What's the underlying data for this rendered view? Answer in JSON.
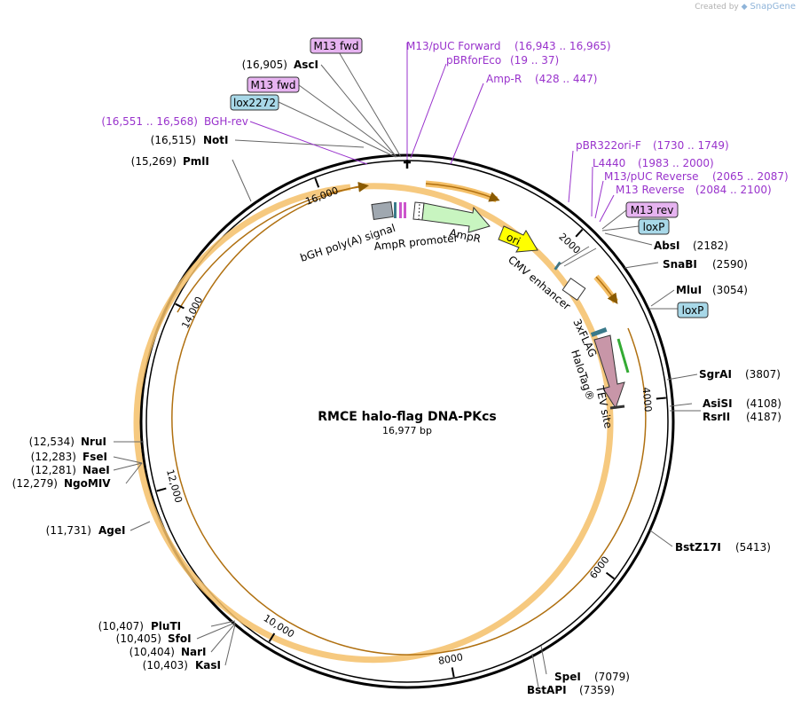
{
  "credit": {
    "prefix": "Created by",
    "brand": "SnapGene"
  },
  "plasmid": {
    "name": "RMCE halo-flag DNA-PKcs",
    "length_label": "16,977 bp",
    "length": 16977
  },
  "colors": {
    "backbone": "#000000",
    "primer": "#9933cc",
    "orf": "#f5c068",
    "ampr": "#c8f5c0",
    "ori": "#ffff00",
    "halotag": "#c896a8",
    "lox": "#a8d8e8",
    "m13": "#e6b3f0",
    "tick": "#000000"
  },
  "ticks": [
    {
      "pos": 2000,
      "label": "2000"
    },
    {
      "pos": 4000,
      "label": "4000"
    },
    {
      "pos": 6000,
      "label": "6000"
    },
    {
      "pos": 8000,
      "label": "8000"
    },
    {
      "pos": 10000,
      "label": "10,000"
    },
    {
      "pos": 12000,
      "label": "12,000"
    },
    {
      "pos": 14000,
      "label": "14,000"
    },
    {
      "pos": 16000,
      "label": "16,000"
    }
  ],
  "sites": [
    {
      "name": "AscI",
      "pos": "(16,905)",
      "bp": 16905
    },
    {
      "name": "NotI",
      "pos": "(16,515)",
      "bp": 16515
    },
    {
      "name": "PmlI",
      "pos": "(15,269)",
      "bp": 15269
    },
    {
      "name": "AbsI",
      "pos": "(2182)",
      "bp": 2182
    },
    {
      "name": "SnaBI",
      "pos": "(2590)",
      "bp": 2590
    },
    {
      "name": "MluI",
      "pos": "(3054)",
      "bp": 3054
    },
    {
      "name": "SgrAI",
      "pos": "(3807)",
      "bp": 3807
    },
    {
      "name": "AsiSI",
      "pos": "(4108)",
      "bp": 4108
    },
    {
      "name": "RsrII",
      "pos": "(4187)",
      "bp": 4187
    },
    {
      "name": "BstZ17I",
      "pos": "(5413)",
      "bp": 5413
    },
    {
      "name": "SpeI",
      "pos": "(7079)",
      "bp": 7079
    },
    {
      "name": "BstAPI",
      "pos": "(7359)",
      "bp": 7359
    },
    {
      "name": "PluTI",
      "pos": "(10,407)",
      "bp": 10407
    },
    {
      "name": "SfoI",
      "pos": "(10,405)",
      "bp": 10405
    },
    {
      "name": "NarI",
      "pos": "(10,404)",
      "bp": 10404
    },
    {
      "name": "KasI",
      "pos": "(10,403)",
      "bp": 10403
    },
    {
      "name": "AgeI",
      "pos": "(11,731)",
      "bp": 11731
    },
    {
      "name": "NruI",
      "pos": "(12,534)",
      "bp": 12534
    },
    {
      "name": "FseI",
      "pos": "(12,283)",
      "bp": 12283
    },
    {
      "name": "NaeI",
      "pos": "(12,281)",
      "bp": 12281
    },
    {
      "name": "NgoMIV",
      "pos": "(12,279)",
      "bp": 12279
    }
  ],
  "primers": [
    {
      "name": "M13/pUC Forward",
      "range": "(16,943 .. 16,965)"
    },
    {
      "name": "pBRforEco",
      "range": "(19 .. 37)"
    },
    {
      "name": "Amp-R",
      "range": "(428 .. 447)"
    },
    {
      "name": "BGH-rev",
      "range": "(16,551 .. 16,568)"
    },
    {
      "name": "pBR322ori-F",
      "range": "(1730 .. 1749)"
    },
    {
      "name": "L4440",
      "range": "(1983 .. 2000)"
    },
    {
      "name": "M13/pUC Reverse",
      "range": "(2065 .. 2087)"
    },
    {
      "name": "M13 Reverse",
      "range": "(2084 .. 2100)"
    }
  ],
  "boxed": [
    {
      "name": "M13 fwd"
    },
    {
      "name": "M13 fwd"
    },
    {
      "name": "lox2272"
    },
    {
      "name": "M13 rev"
    },
    {
      "name": "loxP"
    },
    {
      "name": "loxP"
    }
  ],
  "features": [
    {
      "name": "bGH poly(A) signal"
    },
    {
      "name": "AmpR promoter"
    },
    {
      "name": "AmpR"
    },
    {
      "name": "ori"
    },
    {
      "name": "CMV enhancer"
    },
    {
      "name": "3xFLAG"
    },
    {
      "name": "HaloTag®"
    },
    {
      "name": "TEV site"
    }
  ]
}
